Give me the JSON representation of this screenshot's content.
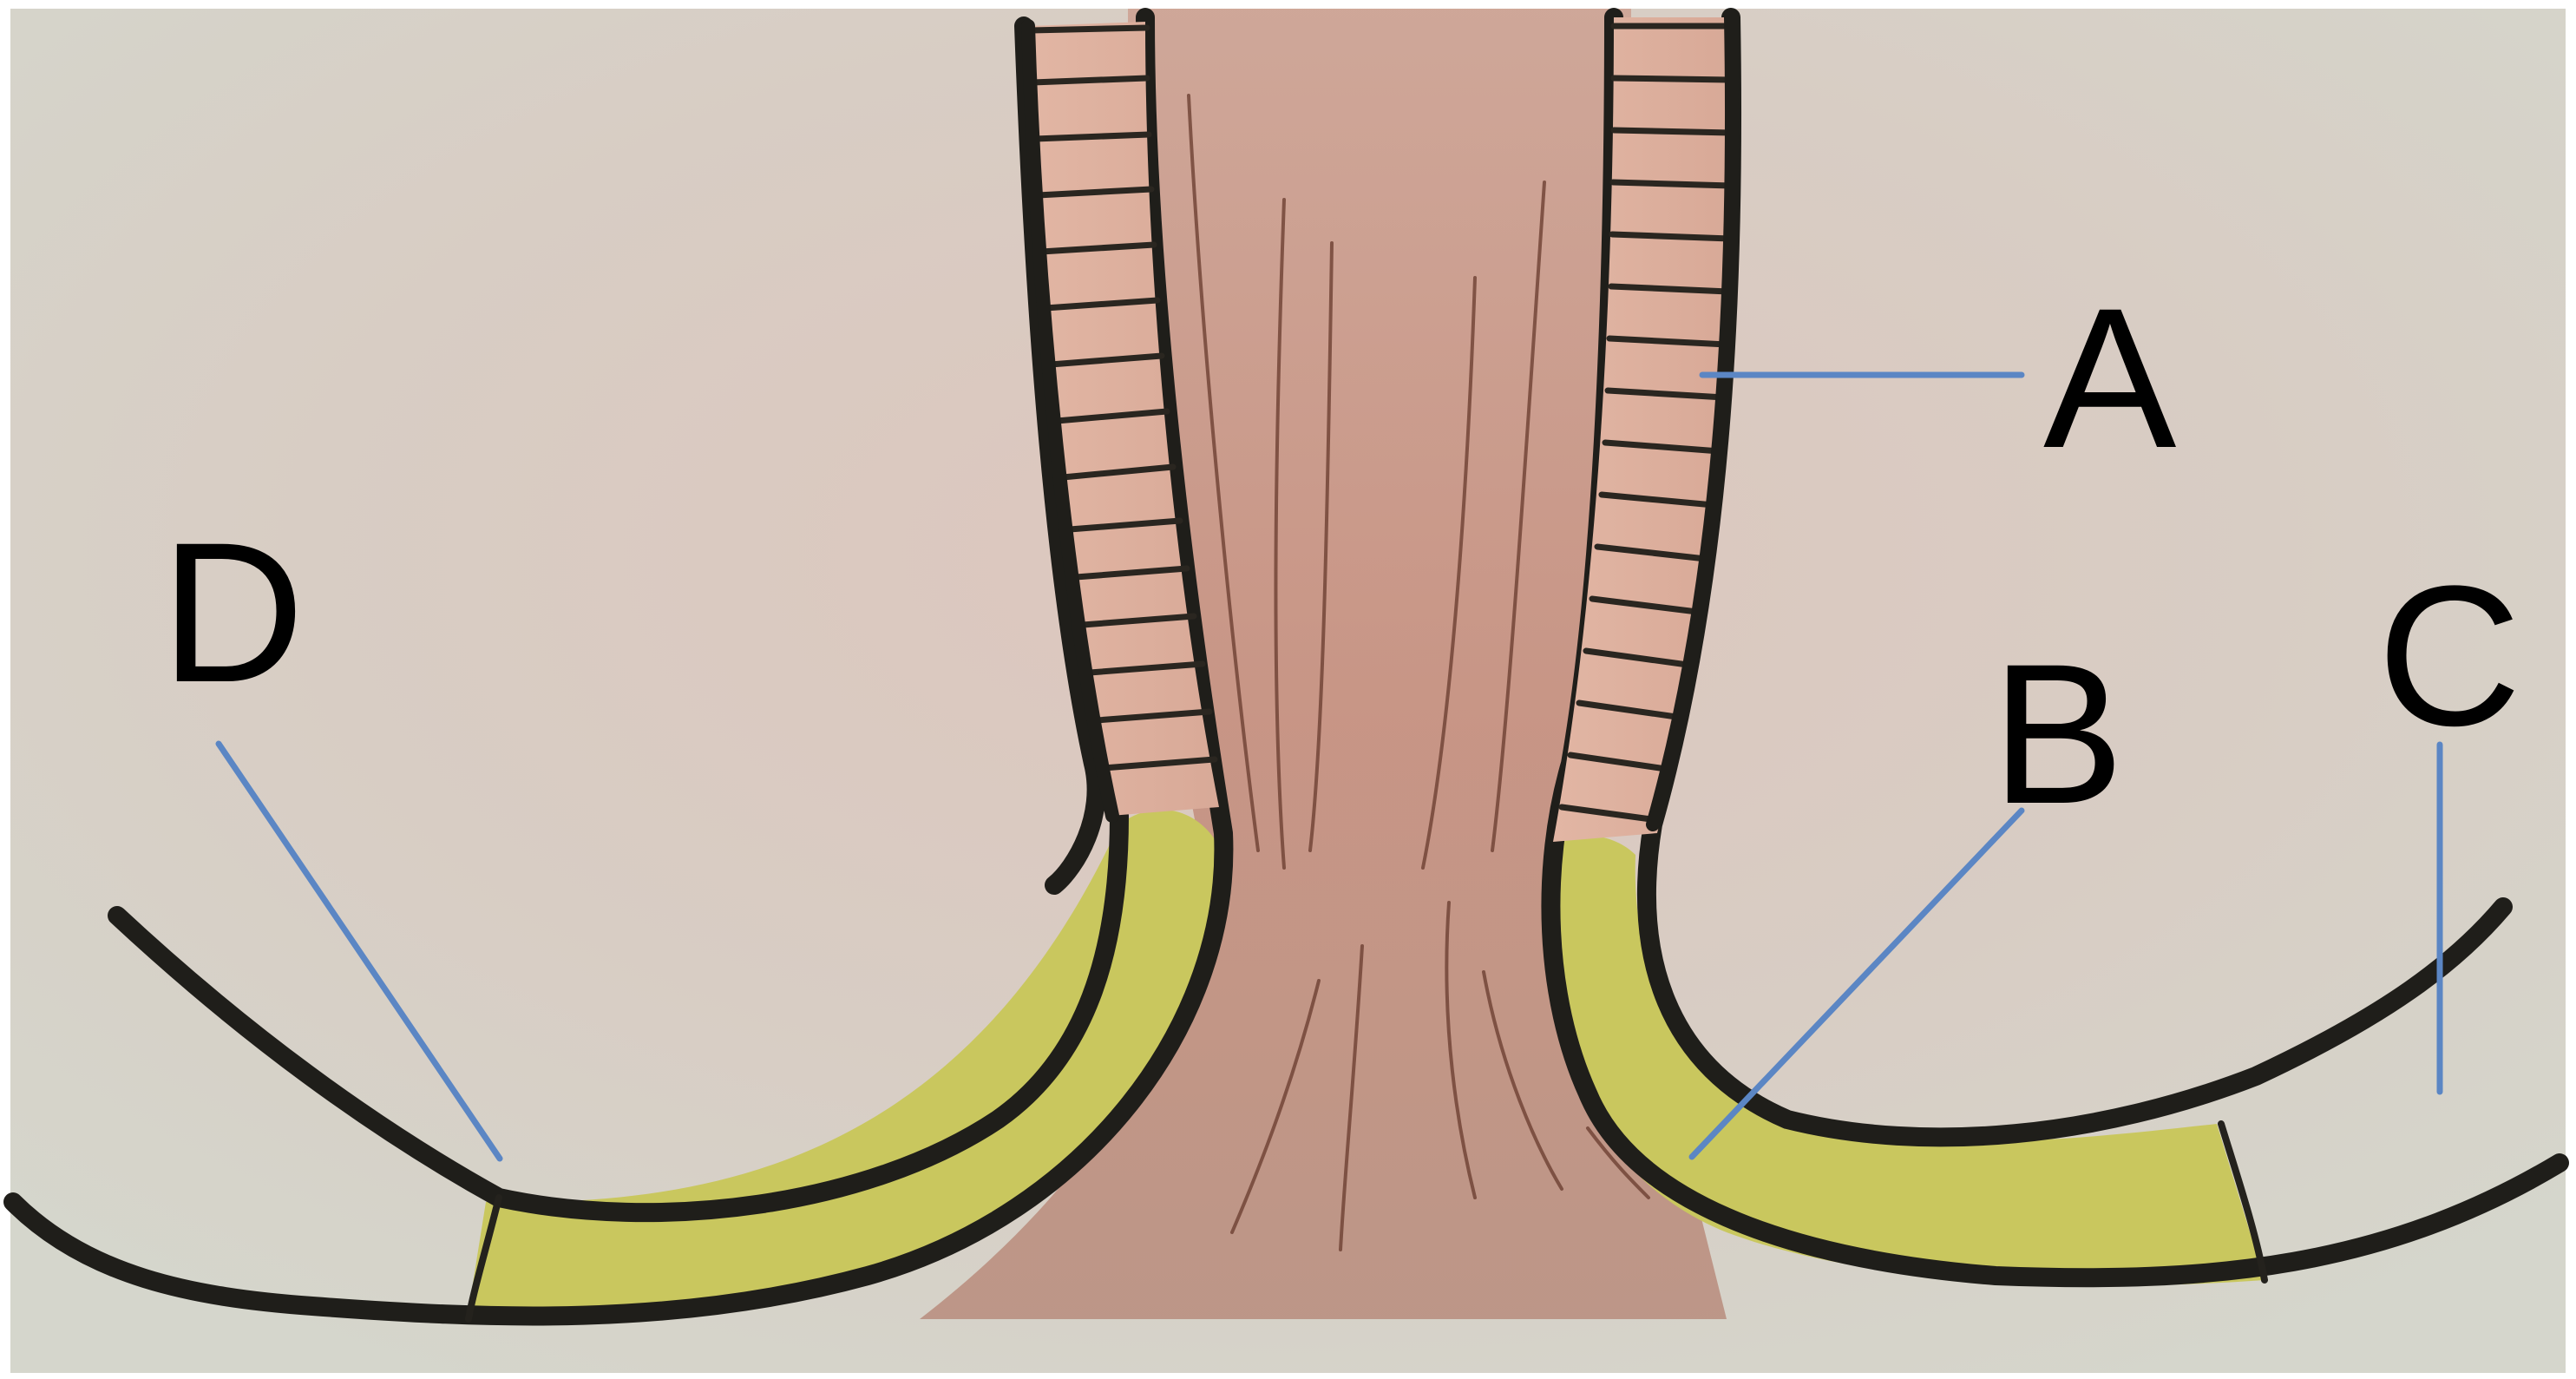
{
  "labels": {
    "A": "A",
    "B": "B",
    "C": "C",
    "D": "D"
  },
  "colors": {
    "paper": "#d7d3c8",
    "skin_tone": "#d8b8a8",
    "anal_canal": "#c69383",
    "yellow_layer": "#c8c65a",
    "outline": "#1f1e1a",
    "leader_lines": "#5b86c4"
  }
}
